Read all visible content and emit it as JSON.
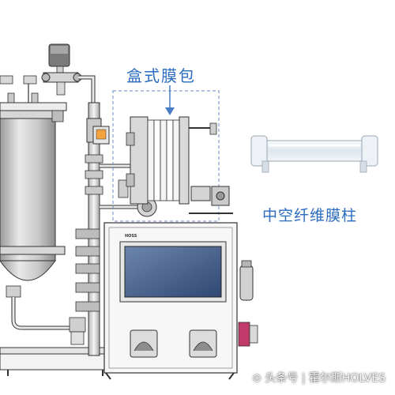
{
  "labels": {
    "cassette_membrane": "盒式膜包",
    "hollow_fiber_column": "中空纤维膜柱"
  },
  "panel": {
    "brand": "HOSS"
  },
  "watermark": {
    "text": "⊙ 头条号 | 霍尔斯HOLVES"
  },
  "colors": {
    "label_blue": "#2a6cc0",
    "line": "#333333",
    "steel": "#cfcfcf",
    "screen": "#3b5a8a",
    "fitting_red": "#c23a6a"
  },
  "icons": [
    "arrow-down-icon"
  ]
}
